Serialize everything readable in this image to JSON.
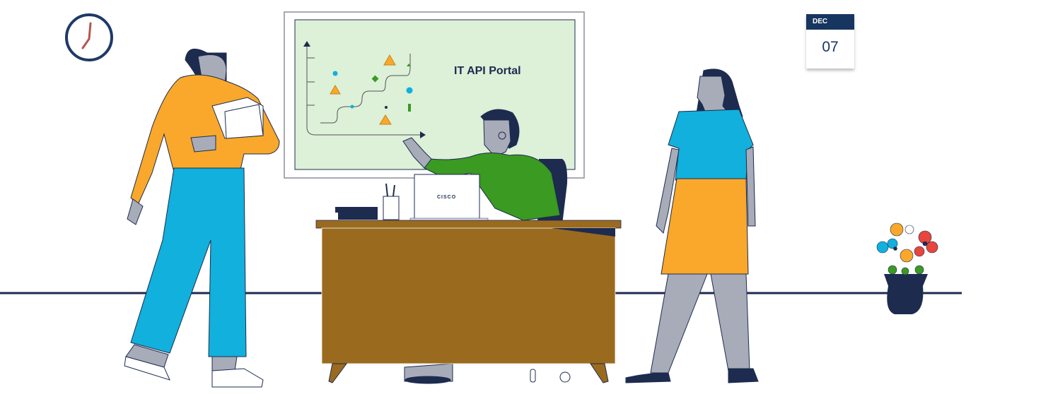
{
  "whiteboard": {
    "title": "IT API Portal"
  },
  "calendar": {
    "month": "DEC",
    "day": "07"
  },
  "laptop": {
    "brand": "CISCO"
  },
  "colors": {
    "navy": "#1d2b4f",
    "board": "#ddf0d8",
    "desk": "#9a6a1f",
    "orange": "#f9a82b",
    "blue": "#12b0dc",
    "green": "#3a9a22",
    "skin": "#a7acb8"
  }
}
